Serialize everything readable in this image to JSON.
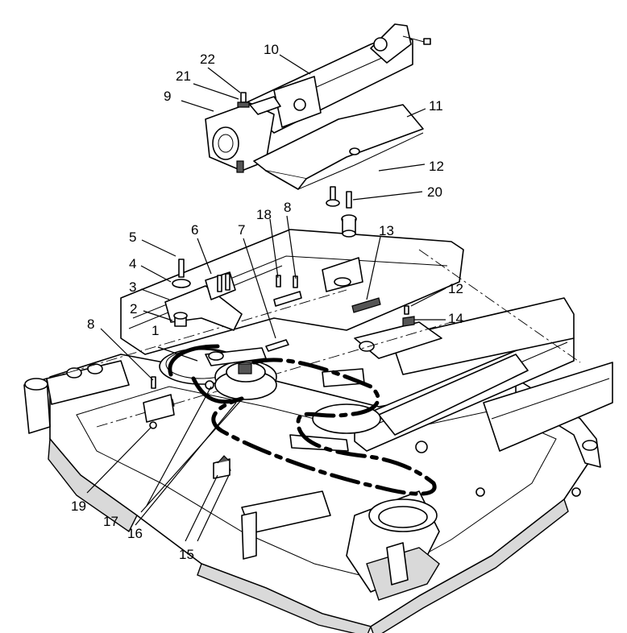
{
  "diagram": {
    "callouts": [
      {
        "id": "c1",
        "label": "1"
      },
      {
        "id": "c2",
        "label": "2"
      },
      {
        "id": "c3",
        "label": "3"
      },
      {
        "id": "c4",
        "label": "4"
      },
      {
        "id": "c5",
        "label": "5"
      },
      {
        "id": "c6",
        "label": "6"
      },
      {
        "id": "c7",
        "label": "7"
      },
      {
        "id": "c8a",
        "label": "8"
      },
      {
        "id": "c8b",
        "label": "8"
      },
      {
        "id": "c9",
        "label": "9"
      },
      {
        "id": "c10",
        "label": "10"
      },
      {
        "id": "c11",
        "label": "11"
      },
      {
        "id": "c12a",
        "label": "12"
      },
      {
        "id": "c12b",
        "label": "12"
      },
      {
        "id": "c13",
        "label": "13"
      },
      {
        "id": "c14",
        "label": "14"
      },
      {
        "id": "c15",
        "label": "15"
      },
      {
        "id": "c16",
        "label": "16"
      },
      {
        "id": "c17",
        "label": "17"
      },
      {
        "id": "c18",
        "label": "18"
      },
      {
        "id": "c19",
        "label": "19"
      },
      {
        "id": "c20",
        "label": "20"
      },
      {
        "id": "c21",
        "label": "21"
      },
      {
        "id": "c22",
        "label": "22"
      }
    ]
  }
}
